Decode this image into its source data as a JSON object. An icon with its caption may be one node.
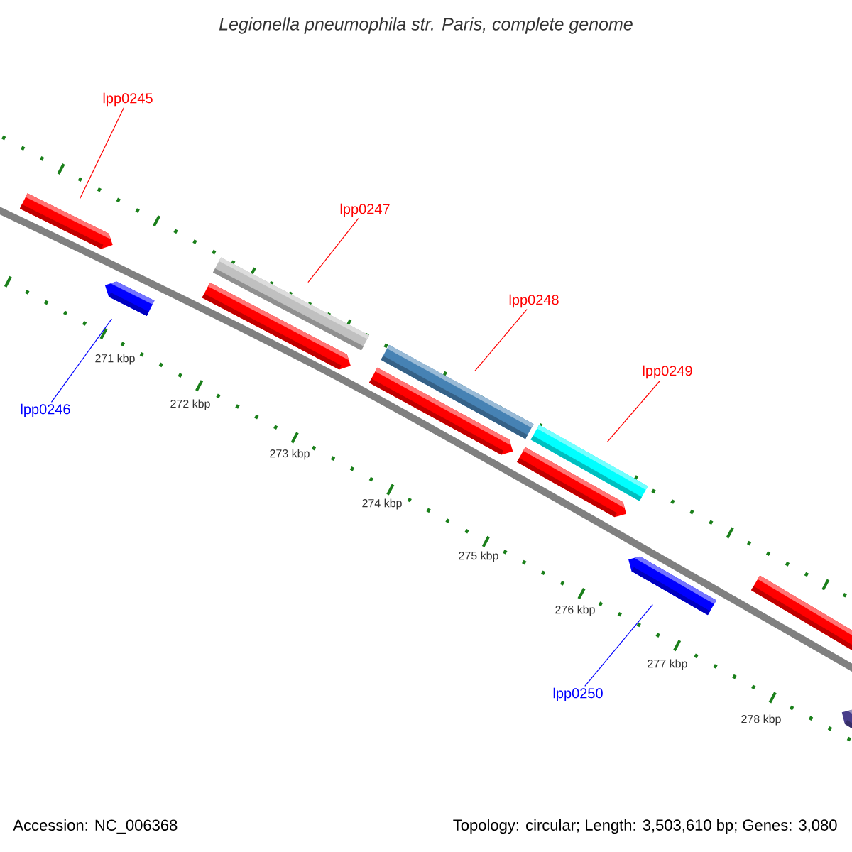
{
  "diagram": {
    "title": "Legionella pneumophila str. Paris, complete genome",
    "nodes": [
      {
        "text": [
          "lpp0245"
        ]
      },
      {
        "text": [
          "lpp0247"
        ]
      },
      {
        "text": [
          "lpp0248"
        ]
      },
      {
        "text": [
          "lpp0249"
        ]
      },
      {
        "text": [
          "lpp0246"
        ]
      },
      {
        "text": [
          "lpp0250"
        ]
      },
      {
        "text": [],
        "shape": "bar"
      },
      {
        "text": [],
        "shape": "bar"
      },
      {
        "text": [],
        "shape": "bar"
      },
      {
        "text": [],
        "shape": "bar"
      },
      {
        "text": [],
        "shape": "bar"
      },
      {
        "text": [],
        "shape": "bar"
      }
    ],
    "edges": [
      {
        "from": 0,
        "to": 6,
        "arrow": "none"
      },
      {
        "from": 1,
        "to": 8,
        "arrow": "none"
      },
      {
        "from": 2,
        "to": 9,
        "arrow": "none"
      },
      {
        "from": 3,
        "to": 10,
        "arrow": "none"
      },
      {
        "from": 4,
        "to": 7,
        "arrow": "none",
        "color": "#0000ff"
      },
      {
        "from": 5,
        "to": 11,
        "arrow": "none",
        "color": "#0000ff"
      }
    ],
    "labels": [
      "271 kbp",
      "272 kbp",
      "273 kbp",
      "274 kbp",
      "275 kbp",
      "276 kbp",
      "277 kbp",
      "278 kbp",
      "Accession: NC_006368",
      "Topology: circular; Length: 3,503,610 bp; Genes: 3,080"
    ]
  }
}
